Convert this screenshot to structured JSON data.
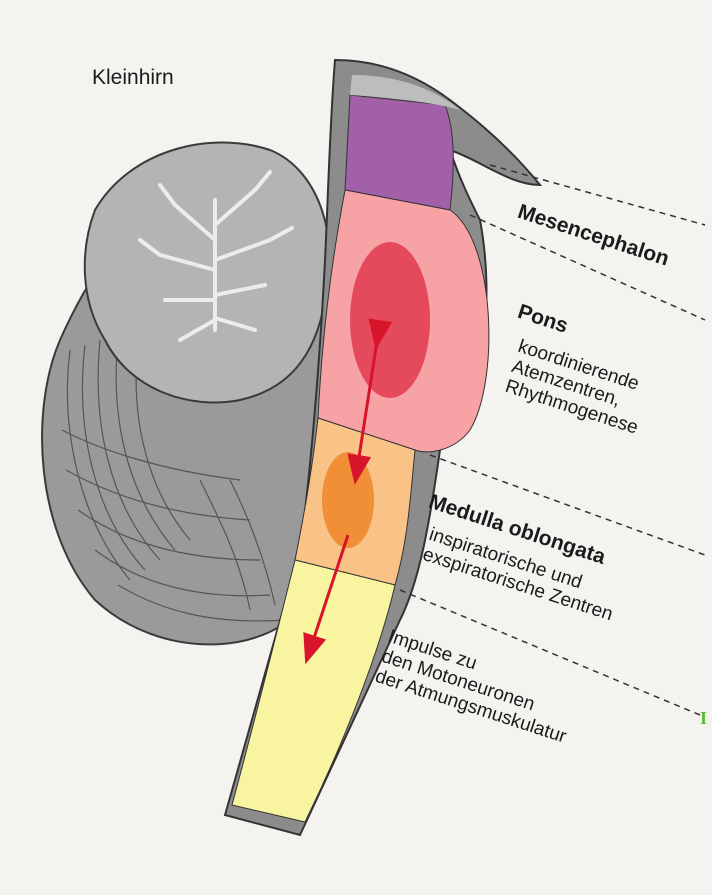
{
  "labels": {
    "cerebellum": "Kleinhirn",
    "mesencephalon": "Mesencephalon",
    "pons": "Pons",
    "pons_desc": "koordinierende\nAtemzentren,\nRhythmogenese",
    "medulla": "Medulla oblongata",
    "medulla_desc": "inspiratorische und\nexspiratorische Zentren",
    "spinal_desc": "Impulse zu\nden Motoneuronen\nder Atmungsmuskulatur",
    "edge_mark": "I"
  },
  "colors": {
    "mesencephalon": "#a260a8",
    "pons": "#f7a3a6",
    "pons_center": "#e23a4f",
    "medulla": "#f9c286",
    "medulla_center": "#ee8a2e",
    "spinal_cord": "#f8f4a0",
    "cerebellum": "#a9a9a9",
    "arrow": "#d8142a"
  }
}
